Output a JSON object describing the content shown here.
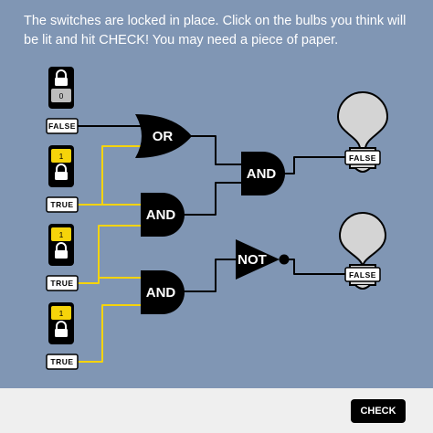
{
  "instructions": "The switches are locked in place. Click on the bulbs you think will be lit and hit CHECK! You may need a piece of paper.",
  "switches": [
    {
      "value": "0",
      "state_label": "FALSE",
      "locked": true,
      "color": "#bdbdbd"
    },
    {
      "value": "1",
      "state_label": "TRUE",
      "locked": true,
      "color": "#f6d40a"
    },
    {
      "value": "1",
      "state_label": "TRUE",
      "locked": true,
      "color": "#f6d40a"
    },
    {
      "value": "1",
      "state_label": "TRUE",
      "locked": true,
      "color": "#f6d40a"
    }
  ],
  "gates": {
    "or": "OR",
    "and1": "AND",
    "and2": "AND",
    "and3": "AND",
    "not": "NOT"
  },
  "bulbs": [
    {
      "state_label": "FALSE",
      "lit": false
    },
    {
      "state_label": "FALSE",
      "lit": false
    }
  ],
  "check_label": "CHECK",
  "colors": {
    "background": "#8096b4",
    "wire_on": "#f6d40a",
    "wire_off": "#000000",
    "footer": "#efefef"
  }
}
